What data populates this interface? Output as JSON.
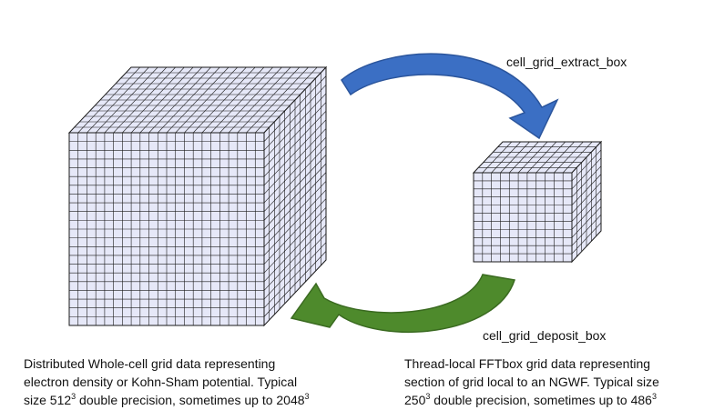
{
  "colors": {
    "face_fill": "#e6e8f8",
    "grid_line": "#1a1a1a",
    "arrow_top": "#3b6fc4",
    "arrow_top_edge": "#2b559c",
    "arrow_bottom": "#4e8a2c",
    "arrow_bottom_edge": "#3a6a20"
  },
  "labels": {
    "extract": "cell_grid_extract_box",
    "deposit": "cell_grid_deposit_box"
  },
  "captions": {
    "left": {
      "line1": "Distributed Whole-cell grid data representing",
      "line2": "electron density or Kohn-Sham potential. Typical",
      "line3_prefix": "size 512",
      "line3_exp1": "3",
      "line3_middle": " double precision, sometimes up to 2048",
      "line3_exp2": "3"
    },
    "right": {
      "line1": "Thread-local FFTbox grid data representing",
      "line2": "section of grid local to an NGWF. Typical size",
      "line3_prefix": "250",
      "line3_exp1": "3",
      "line3_middle": " double precision, sometimes up to 486",
      "line3_exp2": "3"
    }
  }
}
